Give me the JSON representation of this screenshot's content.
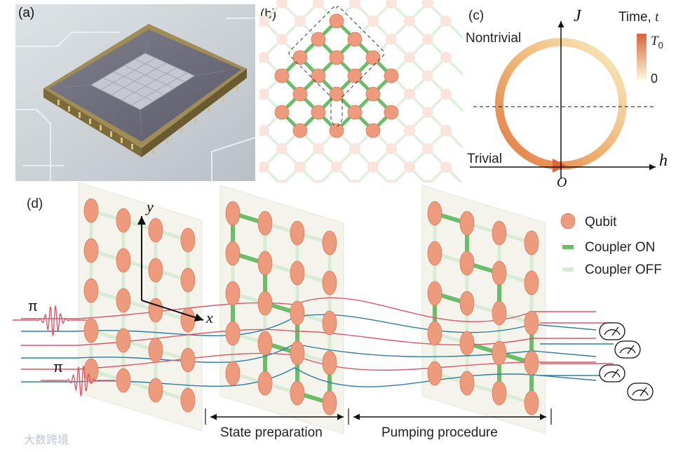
{
  "panels": {
    "a": {
      "label": "(a)"
    },
    "b": {
      "label": "(b)"
    },
    "c": {
      "label": "(c)",
      "y_axis": "J",
      "x_axis": "h",
      "origin": "O",
      "region_upper": "Nontrivial",
      "region_lower": "Trivial",
      "colorbar_title": "Time, ",
      "colorbar_title_var": "t",
      "colorbar_max": "T",
      "colorbar_max_sub": "0",
      "colorbar_min": "0",
      "colors": {
        "start": "#e07a45",
        "end": "#f6efc4"
      }
    },
    "d": {
      "label": "(d)",
      "axis_x": "x",
      "axis_y": "y",
      "pulse_labels": [
        "π",
        "π"
      ],
      "stage_labels": [
        "State preparation",
        "Pumping procedure"
      ],
      "legend": [
        {
          "label": "Qubit",
          "icon": "qubit-circle"
        },
        {
          "label": "Coupler ON",
          "icon": "coupler-on-line"
        },
        {
          "label": "Coupler OFF",
          "icon": "coupler-off-line"
        }
      ],
      "colors": {
        "qubit": "#ee9a7c",
        "coupler_on": "#6cbd6a",
        "coupler_off": "#d8ebd4",
        "red_line": "#d9596b",
        "blue_line": "#2f7da0"
      }
    }
  },
  "watermark": "大数跨境"
}
